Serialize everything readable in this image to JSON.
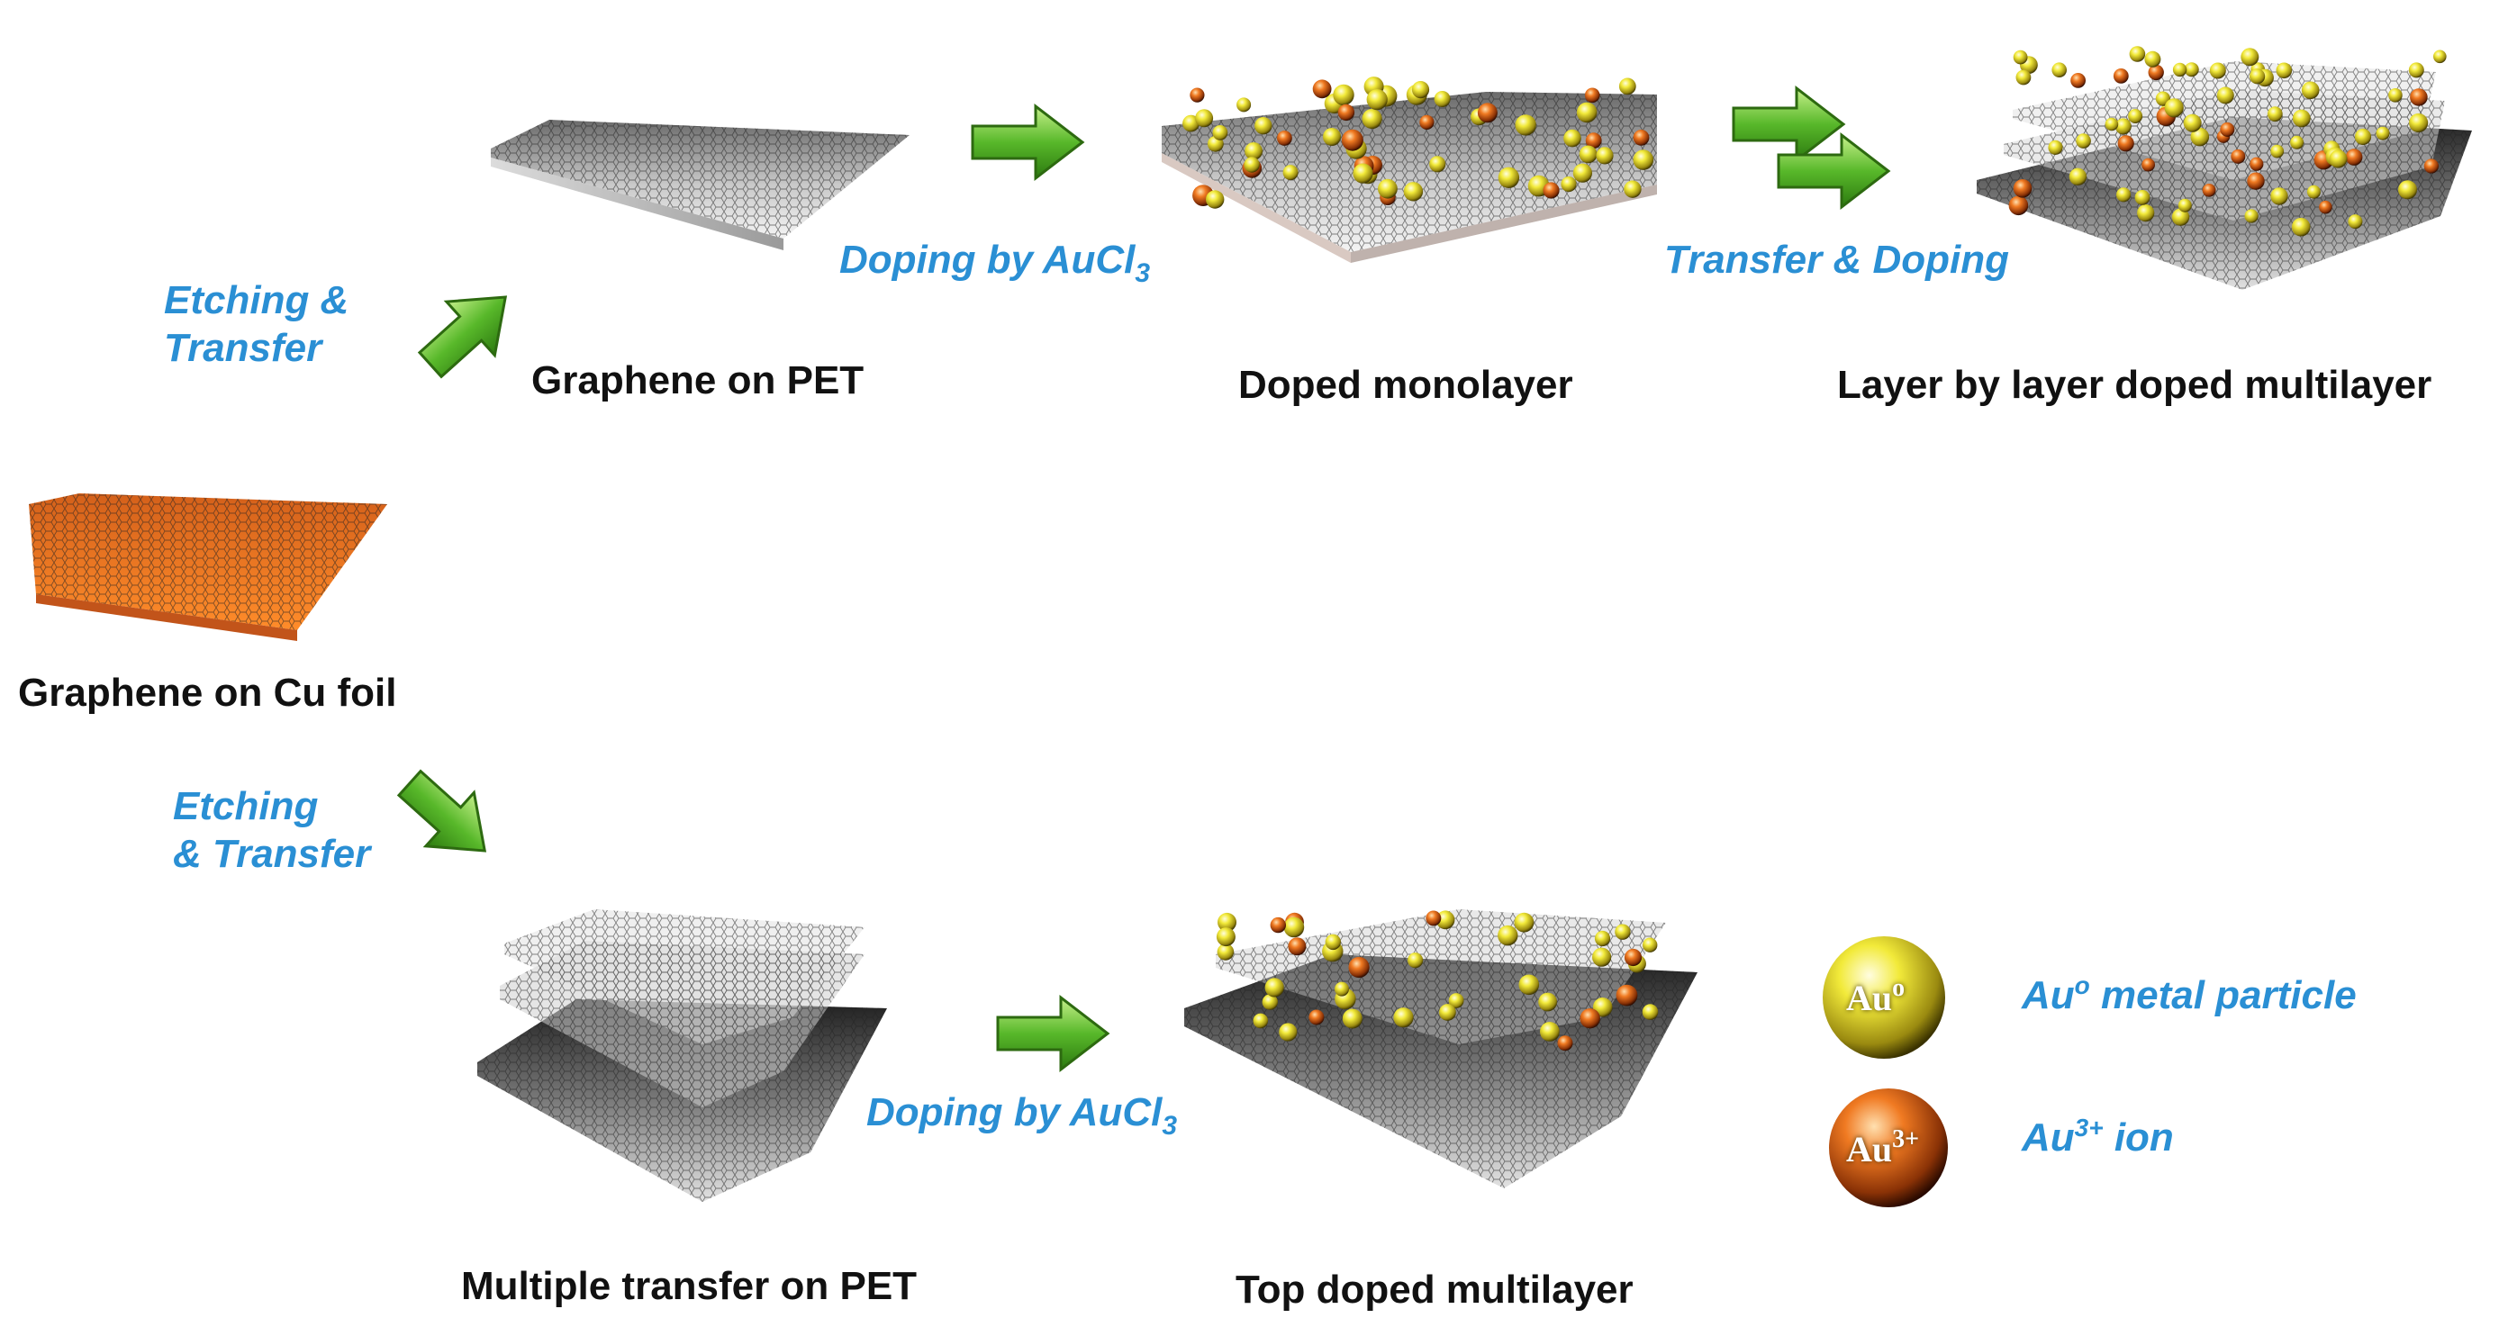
{
  "labels": {
    "cu_foil": "Graphene on Cu foil",
    "pet": "Graphene on PET",
    "doped_monolayer": "Doped monolayer",
    "lbl_multilayer": "Layer by layer doped multilayer",
    "multi_transfer": "Multiple transfer on PET",
    "top_doped": "Top doped multilayer"
  },
  "steps": {
    "etch_top_1": "Etching &",
    "etch_top_2": "Transfer",
    "etch_bottom_1": "Etching",
    "etch_bottom_2": "& Transfer",
    "dope_1_main": "Doping by AuCl",
    "dope_1_sub": "3",
    "transfer_doping": "Transfer & Doping",
    "dope_2_main": "Doping by AuCl",
    "dope_2_sub": "3"
  },
  "legend": {
    "metal_particle_badge": "Au",
    "metal_particle_badge_sup": "o",
    "ion_badge": "Au",
    "ion_badge_sup": "3+",
    "metal_particle_pre": "Au",
    "metal_particle_sup": "o",
    "metal_particle_post": " metal particle",
    "ion_pre": "Au",
    "ion_sup": "3+",
    "ion_post": " ion"
  },
  "colors": {
    "step_text": "#2a8fd4",
    "arrow": "#4caf1e",
    "cu_foil": "#f07a1a",
    "au_particle": "#e8e22a",
    "au_ion": "#e0661a"
  }
}
